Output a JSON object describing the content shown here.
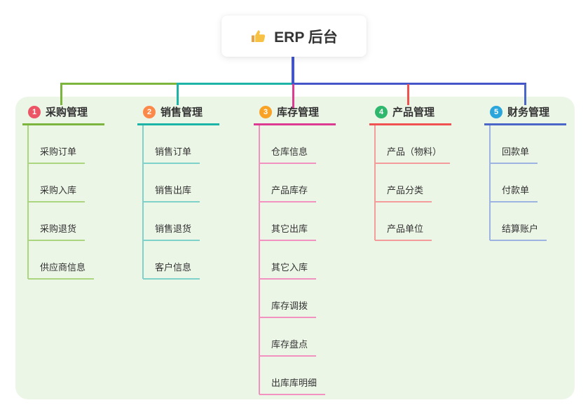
{
  "root": {
    "icon": "thumbs-up-icon",
    "title": "ERP 后台"
  },
  "connector": {
    "color": "#4355c8"
  },
  "branches": [
    {
      "num": "1",
      "label": "采购管理",
      "badge_color": "#ec5565",
      "line_color": "#7cb53e",
      "light_color": "#acd57f",
      "items": [
        "采购订单",
        "采购入库",
        "采购退货",
        "供应商信息"
      ]
    },
    {
      "num": "2",
      "label": "销售管理",
      "badge_color": "#fb8a4a",
      "line_color": "#1db4a8",
      "light_color": "#7fd2ca",
      "items": [
        "销售订单",
        "销售出库",
        "销售退货",
        "客户信息"
      ]
    },
    {
      "num": "3",
      "label": "库存管理",
      "badge_color": "#f8a326",
      "line_color": "#dd3a92",
      "light_color": "#f192c0",
      "items": [
        "仓库信息",
        "产品库存",
        "其它出库",
        "其它入库",
        "库存调拨",
        "库存盘点",
        "出库库明细"
      ]
    },
    {
      "num": "4",
      "label": "产品管理",
      "badge_color": "#2eb76d",
      "line_color": "#f05151",
      "light_color": "#f49c9c",
      "items": [
        "产品（物料）",
        "产品分类",
        "产品单位"
      ]
    },
    {
      "num": "5",
      "label": "财务管理",
      "badge_color": "#2ba6dd",
      "line_color": "#4a66c9",
      "light_color": "#9db3e2",
      "items": [
        "回款单",
        "付款单",
        "结算账户"
      ]
    }
  ]
}
